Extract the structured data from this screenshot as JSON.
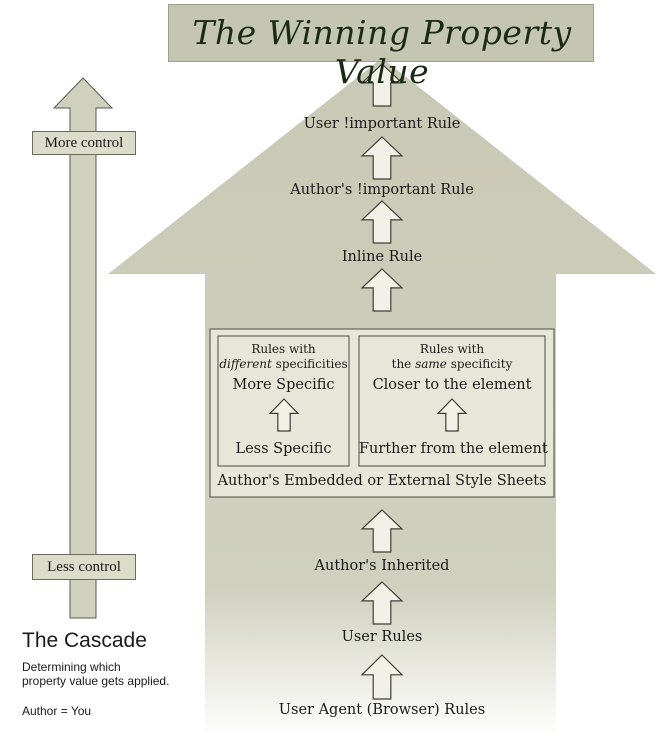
{
  "title": "The Winning Property Value",
  "levels": [
    "User !important Rule",
    "Author's !important Rule",
    "Inline Rule",
    "Author's Inherited",
    "User Rules",
    "User Agent (Browser) Rules"
  ],
  "stylesheets": {
    "caption": "Author's Embedded or  External Style Sheets",
    "left_box": {
      "line1": "Rules with",
      "line2_em": "different",
      "line2_rest": " specificities",
      "top": "More Specific",
      "bottom": "Less Specific"
    },
    "right_box": {
      "line1": "Rules with",
      "line2_pre": "the ",
      "line2_em": "same",
      "line2_rest": " specificity",
      "top": "Closer to the element",
      "bottom": "Further from the element"
    }
  },
  "control": {
    "more": "More control",
    "less": "Less control"
  },
  "legend": {
    "heading": "The Cascade",
    "desc_line1": "Determining which",
    "desc_line2": "property value gets applied.",
    "note": "Author = You"
  },
  "colors": {
    "arrow_fill": "#c8c9b5",
    "box_fill": "#e4e4d6",
    "banner_fill": "#c4c6b1",
    "stroke": "#4a4a40"
  }
}
